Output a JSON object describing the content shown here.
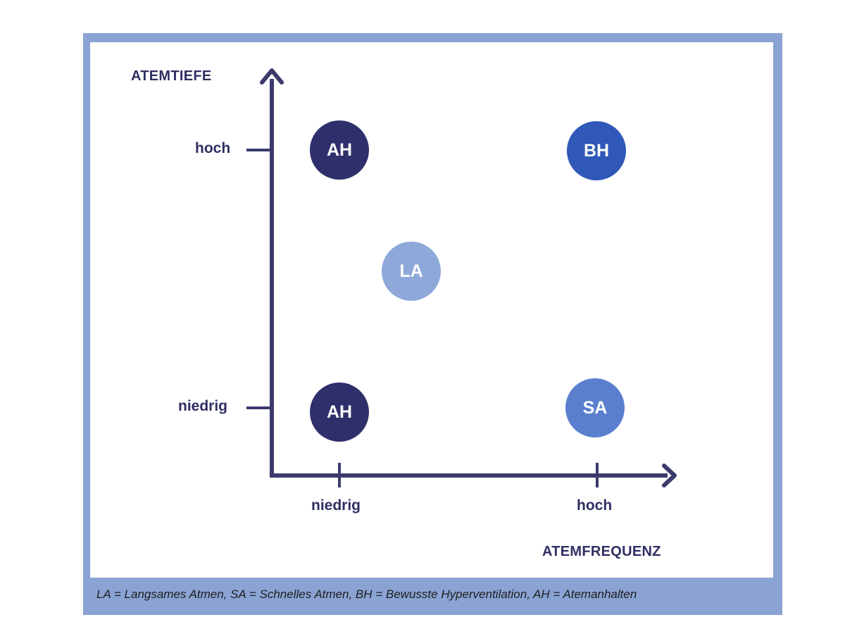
{
  "y_axis": {
    "title": "ATEMTIEFE",
    "ticks": [
      "hoch",
      "niedrig"
    ]
  },
  "x_axis": {
    "title": "ATEMFREQUENZ",
    "ticks": [
      "niedrig",
      "hoch"
    ]
  },
  "nodes": [
    {
      "label": "AH",
      "color": "#2f2f6b"
    },
    {
      "label": "BH",
      "color": "#2f58b8"
    },
    {
      "label": "LA",
      "color": "#8ea8da"
    },
    {
      "label": "AH",
      "color": "#2f2f6b"
    },
    {
      "label": "SA",
      "color": "#5b7fcf"
    }
  ],
  "caption": "LA = Langsames Atmen, SA = Schnelles Atmen, BH = Bewusste Hyperventilation, AH = Atemanhalten",
  "colors": {
    "frame": "#8aa3d3",
    "axis": "#3b3b6e",
    "text": "#2f2f63"
  }
}
